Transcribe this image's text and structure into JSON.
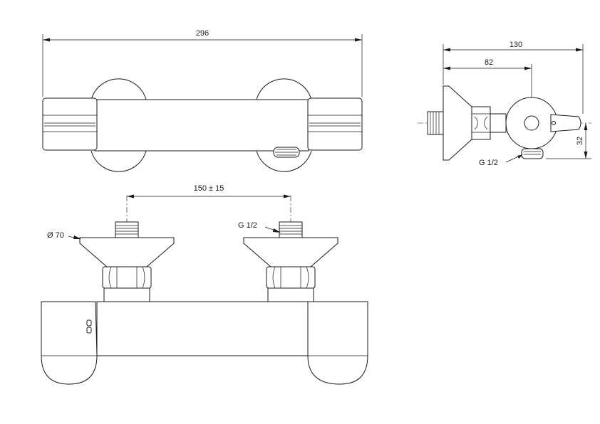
{
  "dimensions": {
    "overall_length": "296",
    "depth": "130",
    "depth_to_center": "82",
    "height_offset": "32",
    "center_distance": "150 ± 15",
    "flange_diameter": "Ø 70",
    "thread_left": "G 1/2",
    "thread_side": "G 1/2"
  }
}
